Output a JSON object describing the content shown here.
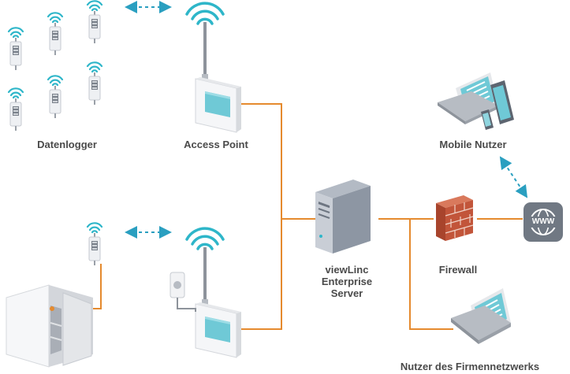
{
  "labels": {
    "datenlogger": "Datenlogger",
    "access_point": "Access Point",
    "mobile_nutzer": "Mobile Nutzer",
    "firewall": "Firewall",
    "server_line1": "viewLinc",
    "server_line2": "Enterprise",
    "server_line3": "Server",
    "nutzer_firmennetzwerk": "Nutzer des Firmennetzwerks",
    "www": "WWW"
  },
  "colors": {
    "cable": "#e58a2e",
    "wifi": "#2eb6c9",
    "dashed_arrow": "#2a9fc0",
    "label_text": "#4a4a4a",
    "device_body": "#f2f3f5",
    "device_shadow": "#c9ccd1",
    "screen": "#6fc9d6",
    "server": "#8d96a3",
    "brick": "#c2553a",
    "globe_bg": "#707883"
  }
}
